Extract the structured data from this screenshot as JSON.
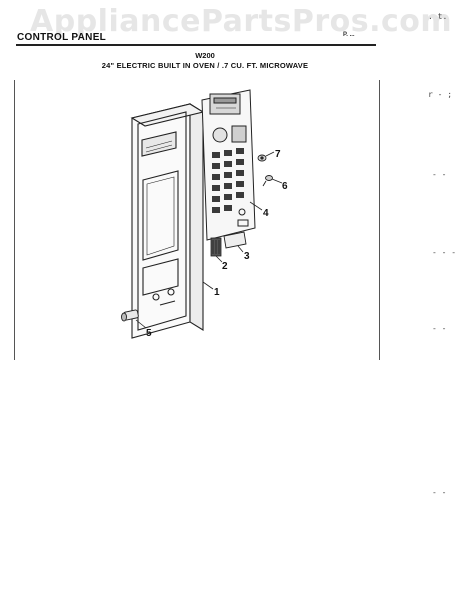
{
  "watermark": "AppliancePartsPros.com",
  "header": {
    "section_title": "CONTROL PANEL",
    "page_ref": "P. ...",
    "model": "W200",
    "description": "24\" ELECTRIC BUILT IN OVEN / .7 CU. FT. MICROWAVE"
  },
  "margin_marks": [
    ". t.",
    "r - ; r",
    "- -",
    "- - -",
    "- -",
    "- -"
  ],
  "callouts": [
    {
      "label": "1",
      "target": "front-panel"
    },
    {
      "label": "2",
      "target": "ribbon-connector"
    },
    {
      "label": "3",
      "target": "control-board-bracket"
    },
    {
      "label": "4",
      "target": "control-board"
    },
    {
      "label": "5",
      "target": "door-button"
    },
    {
      "label": "6",
      "target": "screw"
    },
    {
      "label": "7",
      "target": "nut"
    }
  ]
}
